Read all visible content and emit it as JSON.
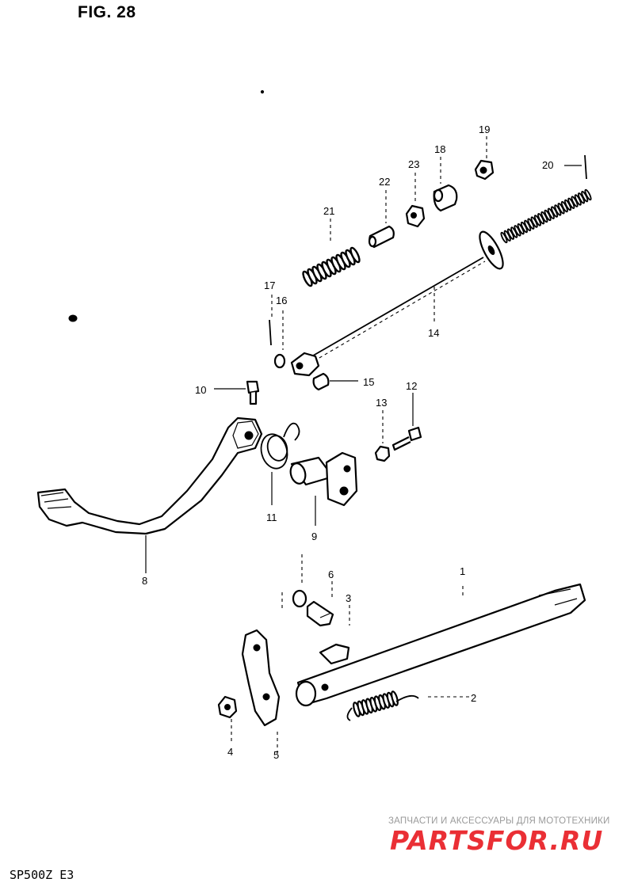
{
  "figure": {
    "title": "FIG. 28",
    "model_code": "SP500Z E3"
  },
  "callouts": [
    "1",
    "2",
    "3",
    "4",
    "5",
    "6",
    "8",
    "9",
    "10",
    "11",
    "12",
    "13",
    "14",
    "15",
    "16",
    "17",
    "18",
    "19",
    "20",
    "21",
    "22",
    "23"
  ],
  "watermark": {
    "tagline": "ЗАПЧАСТИ И АКСЕССУАРЫ ДЛЯ МОТОТЕХНИКИ",
    "logo_text": "PARTSFOR.RU",
    "logo_color": "#ea2f35",
    "tagline_color": "#9a9a9a"
  }
}
